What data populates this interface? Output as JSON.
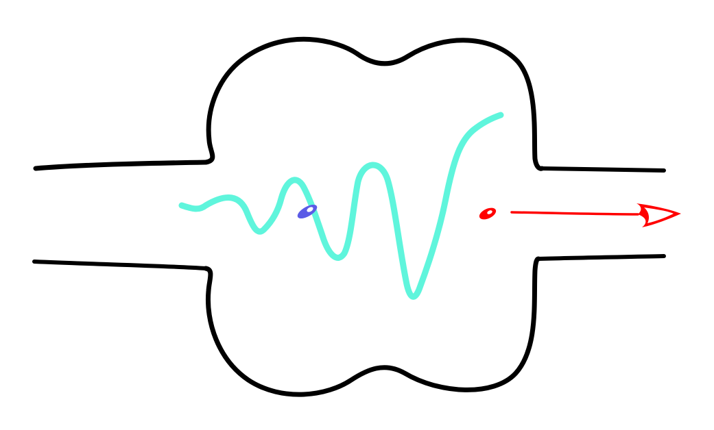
{
  "diagram": {
    "background_color": "#ffffff",
    "colors": {
      "cavity_outline": "#000000",
      "wave_packet": "#5ff5dc",
      "incoming_particle": "#5b5be6",
      "outgoing_particle": "#ff0000",
      "outgoing_arrow": "#ff0000"
    },
    "elements": [
      {
        "name": "cavity-outline",
        "kind": "closed chamber with input and output channels"
      },
      {
        "name": "wave-packet",
        "kind": "oscillating wave inside the chamber"
      },
      {
        "name": "incoming-particle",
        "kind": "small blue particle"
      },
      {
        "name": "outgoing-particle",
        "kind": "small red particle"
      },
      {
        "name": "outgoing-arrow",
        "kind": "arrow pointing right through the output channel"
      }
    ]
  }
}
